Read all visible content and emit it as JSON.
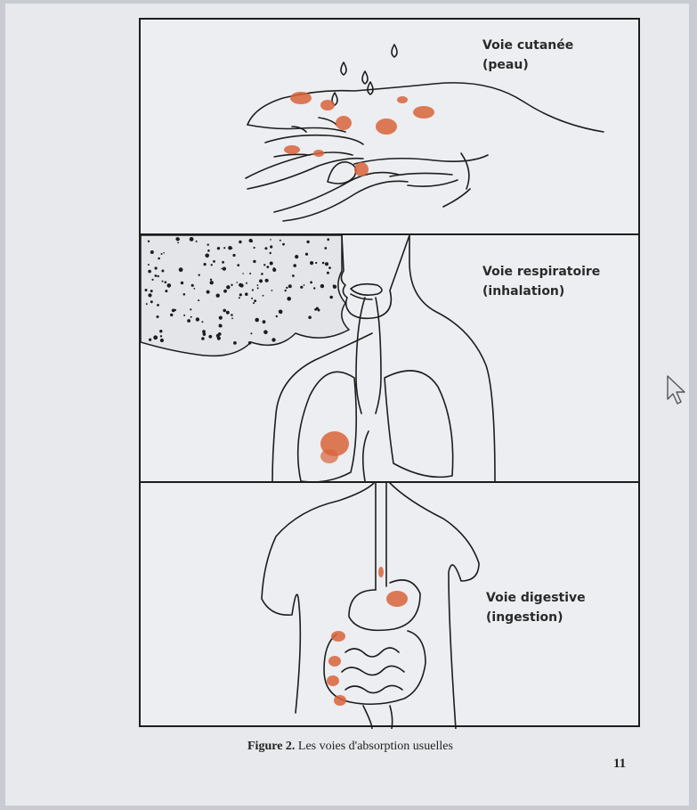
{
  "figure": {
    "panels": [
      {
        "id": "skin",
        "title": "Voie cutanée",
        "subtitle": "(peau)"
      },
      {
        "id": "respiratory",
        "title": "Voie respiratoire",
        "subtitle": "(inhalation)"
      },
      {
        "id": "digestive",
        "title": "Voie digestive",
        "subtitle": "(ingestion)"
      }
    ],
    "caption": {
      "label": "Figure 2.",
      "text": " Les voies d'absorption usuelles"
    },
    "page_number": "11"
  },
  "colors": {
    "ink": "#1d1d1d",
    "contamination": "#d9643a",
    "paper": "#eceef1",
    "background": "#c8ccd2"
  },
  "icons": {
    "cursor": "mouse-pointer-icon"
  }
}
